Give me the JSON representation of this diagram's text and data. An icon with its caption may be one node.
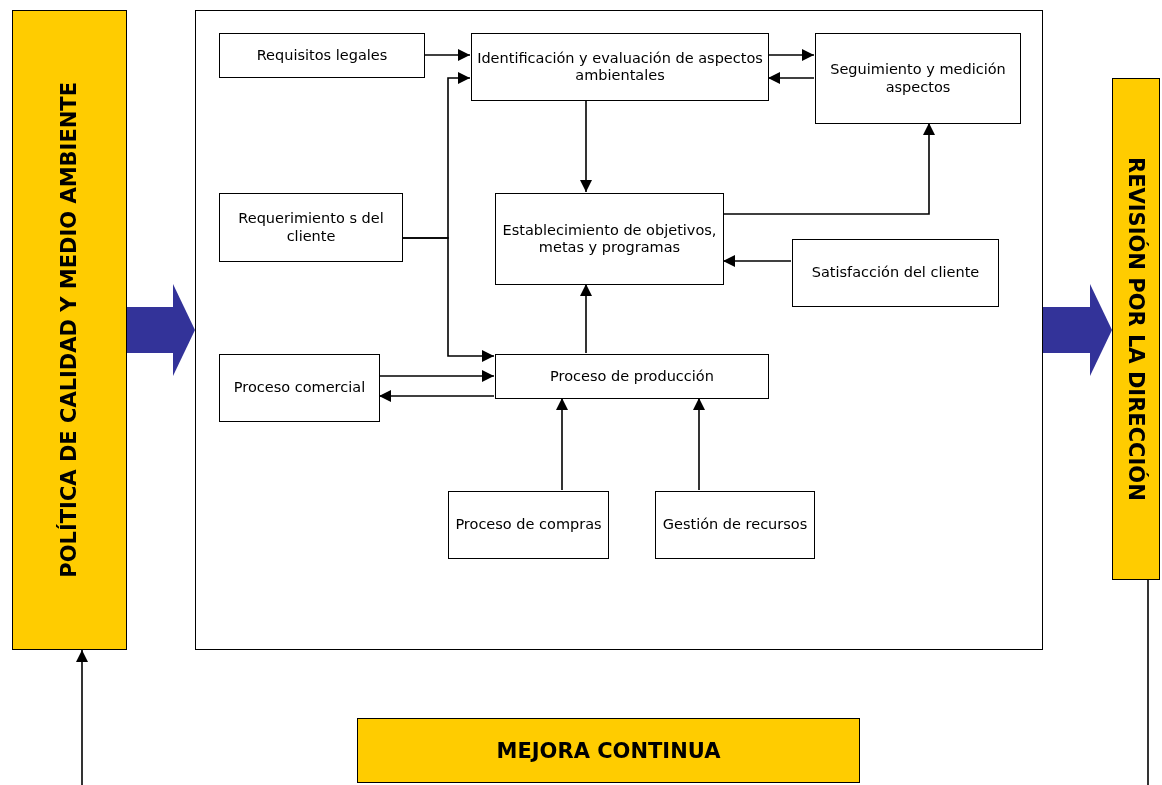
{
  "diagram": {
    "nodes": [
      {
        "text": [
          "POLÍTICA DE CALIDAD Y MEDIO AMBIENTE"
        ]
      },
      {
        "text": [],
        "shape": "box"
      },
      {
        "text": [
          "Requisitos legales"
        ],
        "in": 1
      },
      {
        "text": [
          "Identificación y evaluación de aspectos ambientales"
        ],
        "in": 1
      },
      {
        "text": [
          "Seguimiento y medición aspectos"
        ],
        "in": 1
      },
      {
        "text": [
          "Requerimiento s del cliente"
        ],
        "in": 1
      },
      {
        "text": [
          "Establecimiento de objetivos, metas y programas"
        ],
        "in": 1
      },
      {
        "text": [
          "Satisfacción del cliente"
        ],
        "in": 1
      },
      {
        "text": [
          "Proceso comercial"
        ],
        "in": 1
      },
      {
        "text": [
          "Proceso de producción"
        ],
        "in": 1
      },
      {
        "text": [
          "Proceso de compras"
        ],
        "in": 1
      },
      {
        "text": [
          "Gestión de recursos"
        ],
        "in": 1
      },
      {
        "text": [
          "REVISIÓN POR LA DIRECCIÓN"
        ]
      },
      {
        "text": [
          "MEJORA CONTINUA"
        ]
      }
    ],
    "edges": [
      {
        "from": 0,
        "to": 1,
        "arrow": "to",
        "style": "thick",
        "color": "#333399"
      },
      {
        "from": 1,
        "to": 12,
        "arrow": "to",
        "style": "thick",
        "color": "#333399"
      },
      {
        "from": 2,
        "to": 3,
        "arrow": "to"
      },
      {
        "from": 5,
        "to": 3,
        "arrow": "to"
      },
      {
        "from": 5,
        "to": 9,
        "arrow": "to"
      },
      {
        "from": 3,
        "to": 4,
        "arrow": "to"
      },
      {
        "from": 4,
        "to": 3,
        "arrow": "to"
      },
      {
        "from": 3,
        "to": 6,
        "arrow": "to"
      },
      {
        "from": 6,
        "to": 4,
        "arrow": "to"
      },
      {
        "from": 7,
        "to": 6,
        "arrow": "to"
      },
      {
        "from": 9,
        "to": 6,
        "arrow": "to"
      },
      {
        "from": 8,
        "to": 9,
        "arrow": "to"
      },
      {
        "from": 9,
        "to": 8,
        "arrow": "to"
      },
      {
        "from": 10,
        "to": 9,
        "arrow": "to"
      },
      {
        "from": 11,
        "to": 9,
        "arrow": "to"
      },
      {
        "from": null,
        "to": 0,
        "arrow": "to"
      },
      {
        "from": 12,
        "to": null,
        "arrow": "none"
      }
    ]
  }
}
